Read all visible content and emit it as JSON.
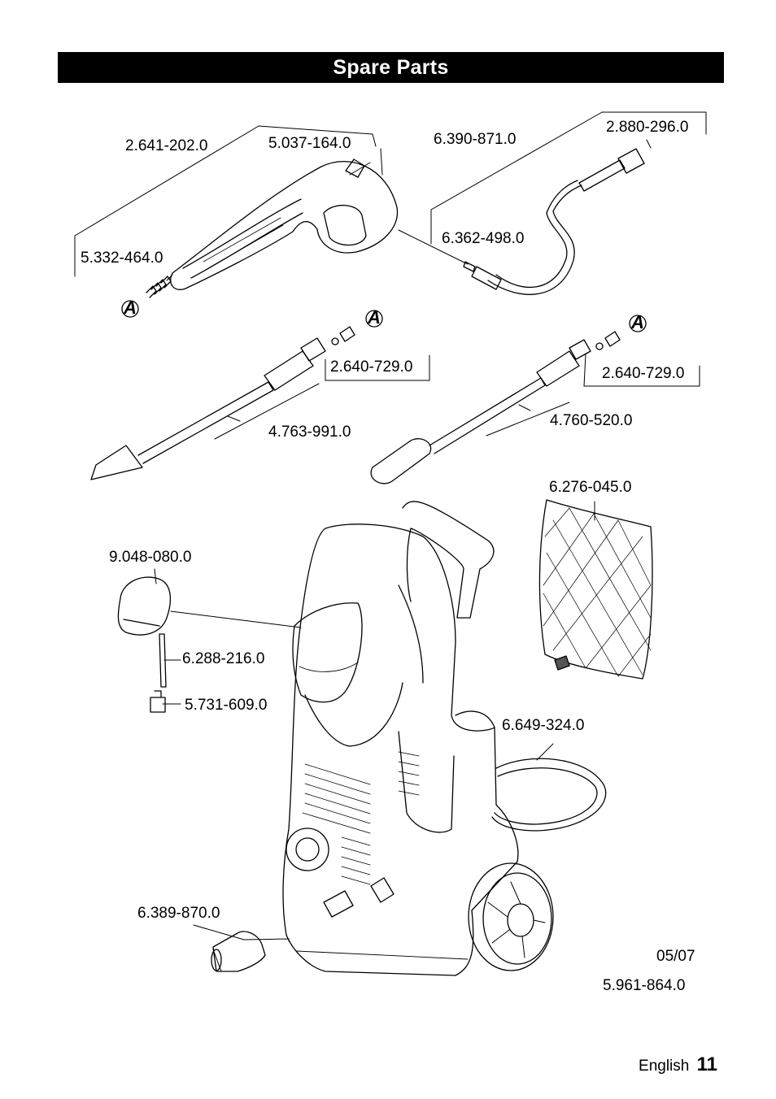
{
  "header": {
    "title": "Spare Parts"
  },
  "parts": [
    "2.641-202.0",
    "5.037-164.0",
    "6.390-871.0",
    "2.880-296.0",
    "5.332-464.0",
    "6.362-498.0",
    "2.640-729.0",
    "2.640-729.0",
    "4.763-991.0",
    "4.760-520.0",
    "6.276-045.0",
    "9.048-080.0",
    "6.288-216.0",
    "5.731-609.0",
    "6.649-324.0",
    "6.389-870.0"
  ],
  "markers": [
    "A",
    "A",
    "A"
  ],
  "meta": {
    "date": "05/07",
    "docnum": "5.961-864.0"
  },
  "footer": {
    "language": "English",
    "page": "11"
  }
}
